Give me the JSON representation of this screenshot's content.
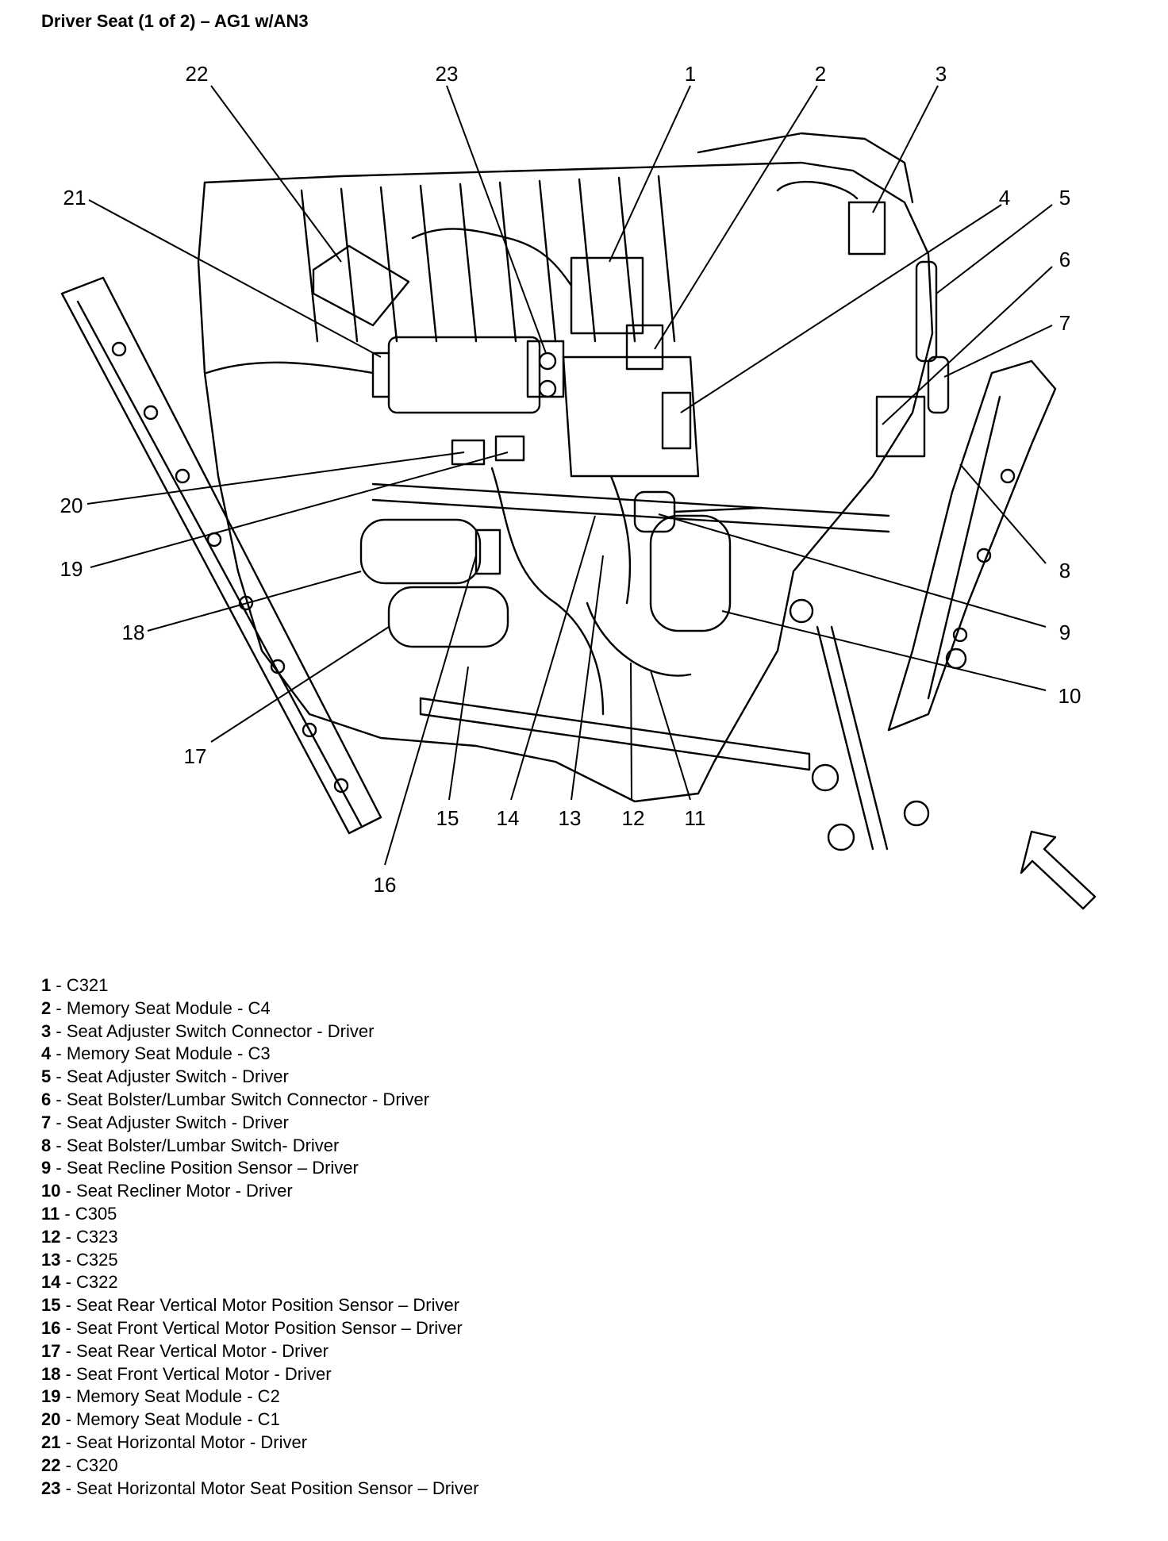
{
  "title": "Driver Seat (1 of 2) – AG1 w/AN3",
  "callouts": [
    "1",
    "2",
    "3",
    "4",
    "5",
    "6",
    "7",
    "8",
    "9",
    "10",
    "11",
    "12",
    "13",
    "14",
    "15",
    "16",
    "17",
    "18",
    "19",
    "20",
    "21",
    "22",
    "23"
  ],
  "legend": [
    {
      "num": "1",
      "text": "C321"
    },
    {
      "num": "2",
      "text": "Memory Seat Module - C4"
    },
    {
      "num": "3",
      "text": "Seat Adjuster Switch Connector - Driver"
    },
    {
      "num": "4",
      "text": "Memory Seat Module - C3"
    },
    {
      "num": "5",
      "text": "Seat Adjuster Switch - Driver"
    },
    {
      "num": "6",
      "text": "Seat Bolster/Lumbar Switch Connector - Driver"
    },
    {
      "num": "7",
      "text": "Seat Adjuster Switch - Driver"
    },
    {
      "num": "8",
      "text": "Seat Bolster/Lumbar Switch- Driver"
    },
    {
      "num": "9",
      "text": "Seat Recline Position Sensor – Driver"
    },
    {
      "num": "10",
      "text": "Seat Recliner Motor - Driver"
    },
    {
      "num": "11",
      "text": "C305"
    },
    {
      "num": "12",
      "text": "C323"
    },
    {
      "num": "13",
      "text": "C325"
    },
    {
      "num": "14",
      "text": "C322"
    },
    {
      "num": "15",
      "text": "Seat Rear Vertical Motor Position Sensor – Driver"
    },
    {
      "num": "16",
      "text": "Seat Front Vertical Motor Position Sensor – Driver"
    },
    {
      "num": "17",
      "text": "Seat Rear Vertical Motor - Driver"
    },
    {
      "num": "18",
      "text": "Seat Front Vertical Motor - Driver"
    },
    {
      "num": "19",
      "text": "Memory Seat Module - C2"
    },
    {
      "num": "20",
      "text": "Memory Seat Module - C1"
    },
    {
      "num": "21",
      "text": "Seat Horizontal Motor - Driver"
    },
    {
      "num": "22",
      "text": "C320"
    },
    {
      "num": "23",
      "text": "Seat Horizontal Motor Seat Position Sensor – Driver"
    }
  ]
}
